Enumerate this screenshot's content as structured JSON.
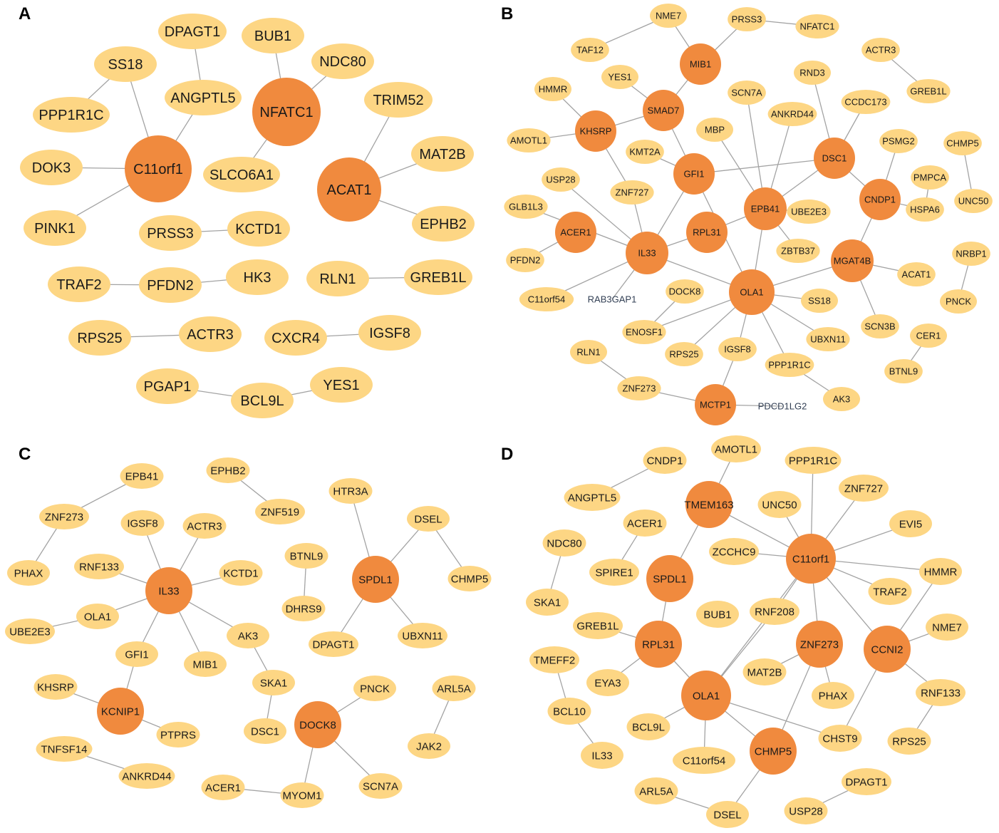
{
  "colors": {
    "hub_node": "#f08a3e",
    "gene_node": "#fdd684",
    "edge": "#a3a3a3",
    "label": "#1a1a1a",
    "label_only": "#334055",
    "panel_label": "#000000"
  },
  "panels": [
    {
      "label": "A",
      "nodes": [
        {
          "label": "DPAGT1"
        },
        {
          "label": "BUB1"
        },
        {
          "label": "SS18"
        },
        {
          "label": "NDC80"
        },
        {
          "label": "TRIM52"
        },
        {
          "label": "ANGPTL5"
        },
        {
          "label": "PPP1R1C"
        },
        {
          "label": "NFATC1",
          "hub": true
        },
        {
          "label": "MAT2B"
        },
        {
          "label": "DOK3"
        },
        {
          "label": "C11orf1",
          "hub": true
        },
        {
          "label": "SLCO6A1"
        },
        {
          "label": "ACAT1",
          "hub": true
        },
        {
          "label": "PINK1"
        },
        {
          "label": "PRSS3"
        },
        {
          "label": "KCTD1"
        },
        {
          "label": "EPHB2"
        },
        {
          "label": "TRAF2"
        },
        {
          "label": "PFDN2"
        },
        {
          "label": "HK3"
        },
        {
          "label": "RLN1"
        },
        {
          "label": "GREB1L"
        },
        {
          "label": "RPS25"
        },
        {
          "label": "ACTR3"
        },
        {
          "label": "CXCR4"
        },
        {
          "label": "IGSF8"
        },
        {
          "label": "PGAP1"
        },
        {
          "label": "BCL9L"
        },
        {
          "label": "YES1"
        }
      ],
      "edges": [
        [
          2,
          10
        ],
        [
          6,
          2
        ],
        [
          5,
          10
        ],
        [
          0,
          5
        ],
        [
          9,
          10
        ],
        [
          13,
          10
        ],
        [
          1,
          7
        ],
        [
          3,
          7
        ],
        [
          11,
          7
        ],
        [
          4,
          12
        ],
        [
          8,
          12
        ],
        [
          16,
          12
        ],
        [
          14,
          15
        ],
        [
          17,
          18
        ],
        [
          18,
          19
        ],
        [
          20,
          21
        ],
        [
          22,
          23
        ],
        [
          24,
          25
        ],
        [
          26,
          27
        ],
        [
          27,
          28
        ]
      ]
    },
    {
      "label": "B",
      "nodes": [
        {
          "label": "NME7"
        },
        {
          "label": "PRSS3"
        },
        {
          "label": "NFATC1"
        },
        {
          "label": "TAF12"
        },
        {
          "label": "ACTR3"
        },
        {
          "label": "MIB1",
          "hub": true
        },
        {
          "label": "YES1"
        },
        {
          "label": "RND3"
        },
        {
          "label": "HMMR"
        },
        {
          "label": "GREB1L"
        },
        {
          "label": "SCN7A"
        },
        {
          "label": "SMAD7",
          "hub": true
        },
        {
          "label": "ANKRD44"
        },
        {
          "label": "CCDC173"
        },
        {
          "label": "KHSRP",
          "hub": true
        },
        {
          "label": "AMOTL1"
        },
        {
          "label": "MBP"
        },
        {
          "label": "KMT2A"
        },
        {
          "label": "PSMG2"
        },
        {
          "label": "CHMP5"
        },
        {
          "label": "DSC1",
          "hub": true
        },
        {
          "label": "GFI1",
          "hub": true
        },
        {
          "label": "USP28"
        },
        {
          "label": "ZNF727"
        },
        {
          "label": "PMPCA"
        },
        {
          "label": "CNDP1",
          "hub": true
        },
        {
          "label": "EPB41",
          "hub": true
        },
        {
          "label": "UBE2E3"
        },
        {
          "label": "GLB1L3"
        },
        {
          "label": "UNC50"
        },
        {
          "label": "HSPA6"
        },
        {
          "label": "ACER1",
          "hub": true
        },
        {
          "label": "RPL31",
          "hub": true
        },
        {
          "label": "IL33",
          "hub": true
        },
        {
          "label": "PFDN2"
        },
        {
          "label": "ZBTB37"
        },
        {
          "label": "NRBP1"
        },
        {
          "label": "MGAT4B",
          "hub": true
        },
        {
          "label": "ACAT1"
        },
        {
          "label": "DOCK8"
        },
        {
          "label": "OLA1",
          "hub": true
        },
        {
          "label": "C11orf54"
        },
        {
          "label": "RAB3GAP1"
        },
        {
          "label": "SS18"
        },
        {
          "label": "PNCK"
        },
        {
          "label": "SCN3B"
        },
        {
          "label": "ENOSF1"
        },
        {
          "label": "CER1"
        },
        {
          "label": "UBXN11"
        },
        {
          "label": "RLN1"
        },
        {
          "label": "RPS25"
        },
        {
          "label": "IGSF8"
        },
        {
          "label": "PPP1R1C"
        },
        {
          "label": "BTNL9"
        },
        {
          "label": "ZNF273"
        },
        {
          "label": "AK3"
        },
        {
          "label": "MCTP1",
          "hub": true
        },
        {
          "label": "PDCD1LG2"
        }
      ],
      "edges": [
        [
          0,
          3
        ],
        [
          0,
          5
        ],
        [
          1,
          5
        ],
        [
          1,
          2
        ],
        [
          4,
          9
        ],
        [
          5,
          11
        ],
        [
          6,
          11
        ],
        [
          8,
          14
        ],
        [
          14,
          11
        ],
        [
          15,
          14
        ],
        [
          14,
          23
        ],
        [
          11,
          21
        ],
        [
          17,
          21
        ],
        [
          21,
          33
        ],
        [
          21,
          20
        ],
        [
          10,
          26
        ],
        [
          16,
          26
        ],
        [
          12,
          26
        ],
        [
          7,
          20
        ],
        [
          13,
          20
        ],
        [
          20,
          26
        ],
        [
          20,
          25
        ],
        [
          18,
          25
        ],
        [
          25,
          30
        ],
        [
          24,
          30
        ],
        [
          19,
          29
        ],
        [
          25,
          37
        ],
        [
          26,
          32
        ],
        [
          26,
          27
        ],
        [
          26,
          35
        ],
        [
          26,
          40
        ],
        [
          32,
          33
        ],
        [
          23,
          33
        ],
        [
          22,
          33
        ],
        [
          28,
          33
        ],
        [
          31,
          34
        ],
        [
          33,
          41
        ],
        [
          33,
          42
        ],
        [
          33,
          40
        ],
        [
          21,
          40
        ],
        [
          39,
          46
        ],
        [
          40,
          46
        ],
        [
          40,
          50
        ],
        [
          40,
          51
        ],
        [
          40,
          52
        ],
        [
          40,
          48
        ],
        [
          40,
          43
        ],
        [
          40,
          37
        ],
        [
          37,
          38
        ],
        [
          37,
          45
        ],
        [
          36,
          44
        ],
        [
          47,
          53
        ],
        [
          49,
          54
        ],
        [
          54,
          56
        ],
        [
          51,
          56
        ],
        [
          56,
          57
        ],
        [
          52,
          55
        ]
      ]
    },
    {
      "label": "C",
      "nodes": [
        {
          "label": "EPHB2"
        },
        {
          "label": "EPB41"
        },
        {
          "label": "HTR3A"
        },
        {
          "label": "ZNF273"
        },
        {
          "label": "ZNF519"
        },
        {
          "label": "DSEL"
        },
        {
          "label": "IGSF8"
        },
        {
          "label": "ACTR3"
        },
        {
          "label": "BTNL9"
        },
        {
          "label": "RNF133"
        },
        {
          "label": "PHAX"
        },
        {
          "label": "KCTD1"
        },
        {
          "label": "IL33",
          "hub": true
        },
        {
          "label": "SPDL1",
          "hub": true
        },
        {
          "label": "CHMP5"
        },
        {
          "label": "DHRS9"
        },
        {
          "label": "OLA1"
        },
        {
          "label": "UBE2E3"
        },
        {
          "label": "AK3"
        },
        {
          "label": "UBXN11"
        },
        {
          "label": "DPAGT1"
        },
        {
          "label": "GFI1"
        },
        {
          "label": "MIB1"
        },
        {
          "label": "SKA1"
        },
        {
          "label": "KHSRP"
        },
        {
          "label": "PNCK"
        },
        {
          "label": "ARL5A"
        },
        {
          "label": "KCNIP1",
          "hub": true
        },
        {
          "label": "DOCK8",
          "hub": true
        },
        {
          "label": "PTPRS"
        },
        {
          "label": "DSC1"
        },
        {
          "label": "JAK2"
        },
        {
          "label": "TNFSF14"
        },
        {
          "label": "ANKRD44"
        },
        {
          "label": "ACER1"
        },
        {
          "label": "MYOM1"
        },
        {
          "label": "SCN7A"
        }
      ],
      "edges": [
        [
          0,
          4
        ],
        [
          1,
          3
        ],
        [
          3,
          10
        ],
        [
          2,
          13
        ],
        [
          5,
          13
        ],
        [
          5,
          14
        ],
        [
          6,
          12
        ],
        [
          7,
          12
        ],
        [
          9,
          12
        ],
        [
          11,
          12
        ],
        [
          16,
          12
        ],
        [
          17,
          16
        ],
        [
          21,
          12
        ],
        [
          22,
          12
        ],
        [
          18,
          12
        ],
        [
          18,
          23
        ],
        [
          8,
          15
        ],
        [
          13,
          20
        ],
        [
          13,
          19
        ],
        [
          23,
          30
        ],
        [
          24,
          27
        ],
        [
          21,
          27
        ],
        [
          27,
          29
        ],
        [
          25,
          28
        ],
        [
          26,
          31
        ],
        [
          28,
          35
        ],
        [
          28,
          36
        ],
        [
          34,
          35
        ],
        [
          32,
          33
        ]
      ]
    },
    {
      "label": "D",
      "nodes": [
        {
          "label": "AMOTL1"
        },
        {
          "label": "CNDP1"
        },
        {
          "label": "PPP1R1C"
        },
        {
          "label": "ZNF727"
        },
        {
          "label": "ANGPTL5"
        },
        {
          "label": "TMEM163",
          "hub": true
        },
        {
          "label": "UNC50"
        },
        {
          "label": "ACER1"
        },
        {
          "label": "EVI5"
        },
        {
          "label": "NDC80"
        },
        {
          "label": "ZCCHC9"
        },
        {
          "label": "C11orf1",
          "hub": true
        },
        {
          "label": "HMMR"
        },
        {
          "label": "SPIRE1"
        },
        {
          "label": "SPDL1",
          "hub": true
        },
        {
          "label": "TRAF2"
        },
        {
          "label": "SKA1"
        },
        {
          "label": "BUB1"
        },
        {
          "label": "RNF208"
        },
        {
          "label": "GREB1L"
        },
        {
          "label": "NME7"
        },
        {
          "label": "RPL31",
          "hub": true
        },
        {
          "label": "ZNF273",
          "hub": true
        },
        {
          "label": "CCNI2",
          "hub": true
        },
        {
          "label": "TMEFF2"
        },
        {
          "label": "MAT2B"
        },
        {
          "label": "EYA3"
        },
        {
          "label": "PHAX"
        },
        {
          "label": "RNF133"
        },
        {
          "label": "OLA1",
          "hub": true
        },
        {
          "label": "BCL10"
        },
        {
          "label": "BCL9L"
        },
        {
          "label": "CHST9"
        },
        {
          "label": "RPS25"
        },
        {
          "label": "CHMP5",
          "hub": true
        },
        {
          "label": "C11orf54"
        },
        {
          "label": "IL33"
        },
        {
          "label": "DPAGT1"
        },
        {
          "label": "ARL5A"
        },
        {
          "label": "USP28"
        },
        {
          "label": "DSEL"
        }
      ],
      "edges": [
        [
          0,
          5
        ],
        [
          1,
          4
        ],
        [
          5,
          11
        ],
        [
          5,
          14
        ],
        [
          2,
          11
        ],
        [
          3,
          11
        ],
        [
          6,
          11
        ],
        [
          8,
          11
        ],
        [
          12,
          11
        ],
        [
          12,
          23
        ],
        [
          15,
          11
        ],
        [
          10,
          11
        ],
        [
          7,
          13
        ],
        [
          9,
          16
        ],
        [
          14,
          21
        ],
        [
          11,
          18
        ],
        [
          11,
          22
        ],
        [
          11,
          23
        ],
        [
          11,
          29
        ],
        [
          19,
          21
        ],
        [
          21,
          26
        ],
        [
          21,
          29
        ],
        [
          20,
          23
        ],
        [
          23,
          28
        ],
        [
          28,
          33
        ],
        [
          23,
          32
        ],
        [
          22,
          27
        ],
        [
          22,
          25
        ],
        [
          22,
          34
        ],
        [
          29,
          31
        ],
        [
          29,
          35
        ],
        [
          29,
          34
        ],
        [
          29,
          32
        ],
        [
          18,
          29
        ],
        [
          24,
          30
        ],
        [
          30,
          36
        ],
        [
          34,
          40
        ],
        [
          38,
          40
        ],
        [
          37,
          39
        ]
      ]
    }
  ]
}
